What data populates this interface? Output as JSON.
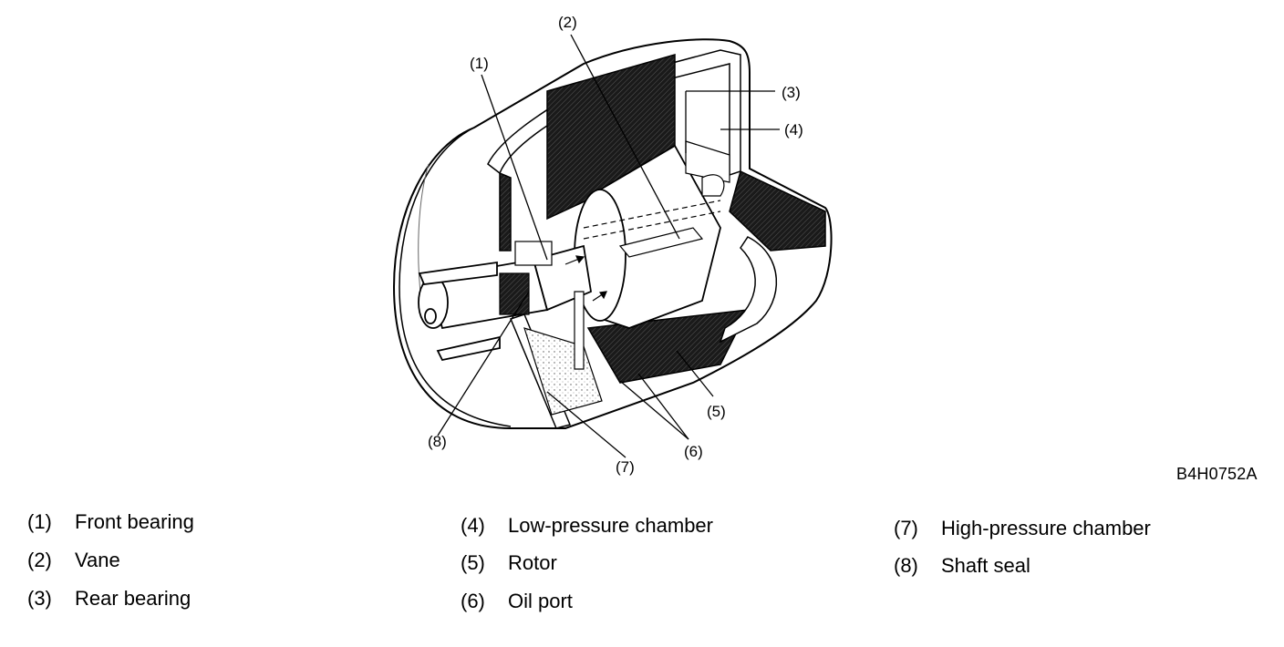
{
  "figure": {
    "code": "B4H0752A",
    "callouts": [
      "(1)",
      "(2)",
      "(3)",
      "(4)",
      "(5)",
      "(6)",
      "(7)",
      "(8)"
    ]
  },
  "legend": [
    {
      "num": "(1)",
      "label": "Front bearing"
    },
    {
      "num": "(2)",
      "label": "Vane"
    },
    {
      "num": "(3)",
      "label": "Rear bearing"
    },
    {
      "num": "(4)",
      "label": "Low-pressure chamber"
    },
    {
      "num": "(5)",
      "label": "Rotor"
    },
    {
      "num": "(6)",
      "label": "Oil port"
    },
    {
      "num": "(7)",
      "label": "High-pressure chamber"
    },
    {
      "num": "(8)",
      "label": "Shaft seal"
    }
  ]
}
